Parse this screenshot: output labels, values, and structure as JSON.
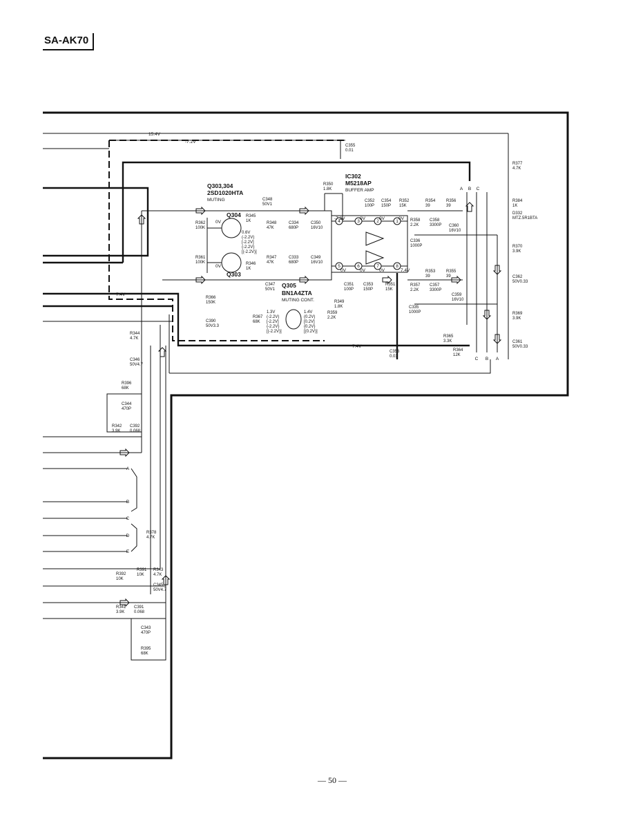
{
  "header": {
    "model": "SA-AK70"
  },
  "footer": {
    "page_number": "— 50 —"
  },
  "ics": {
    "ic302": {
      "ref": "IC302",
      "part": "M5218AP",
      "desc": "BUFFER AMP"
    },
    "q303_304": {
      "ref": "Q303,304",
      "part": "2SD1020HTA",
      "desc": "MUTING"
    },
    "q305": {
      "ref": "Q305",
      "part": "BN1A4ZTA",
      "desc": "MUTING CONT."
    },
    "q304_label": "Q304",
    "q303_label": "Q303"
  },
  "voltages": {
    "v15_4": "15.4V",
    "v7_2_top": "-7.2V",
    "v7_4_left": "7.4V",
    "v7_4_bottom": "7.4V",
    "pin4_v": "-7.2V",
    "pin8_v": "7.4V",
    "zero": "0V"
  },
  "pins": [
    "4",
    "3",
    "2",
    "1",
    "5",
    "6",
    "7",
    "8"
  ],
  "abc_top": [
    "A",
    "B",
    "C"
  ],
  "bottom_labels": [
    "C",
    "B",
    "A"
  ],
  "left_bus": [
    "A",
    "B",
    "C",
    "D",
    "E"
  ],
  "components": {
    "c355": "C355\n0.01",
    "r350": "R350\n1.8K",
    "r377": "R377\n4.7K",
    "r384": "R384\n1K",
    "d332": "D332\nMTZ.5R1BTA",
    "c348": "C348\n50V1",
    "r345": "R345\n1K",
    "r346": "R346\n1K",
    "r362": "R362\n100K",
    "r361": "R361\n100K",
    "r348": "R348\n47K",
    "r347": "R347\n47K",
    "c334": "C334\n680P",
    "c333": "C333\n680P",
    "c350": "C350\n16V10",
    "c349": "C349\n16V10",
    "c352": "C352\n100P",
    "c354": "C354\n150P",
    "r352": "R352\n15K",
    "r354": "R354\n39",
    "r356": "R356\n39",
    "r358": "R358\n2.2K",
    "c358": "C358\n3300P",
    "c360": "C360\n16V10",
    "c336": "C336\n1000P",
    "r370": "R370\n3.9K",
    "c351": "C351\n100P",
    "c353": "C353\n150P",
    "r351": "R351\n15K",
    "r353": "R353\n39",
    "r355": "R355\n39",
    "r357": "R357\n2.2K",
    "c357": "C357\n3300P",
    "c362": "C362\n50V0.33",
    "c347": "C347\n50V1",
    "r366": "R366\n150K",
    "c390": "C390\n50V3.3",
    "r349": "R349\n1.8K",
    "c359": "C359\n16V10",
    "c335": "C335\n1000P",
    "r369": "R369\n3.9K",
    "r367": "R367\n68K",
    "r359": "R359\n2.2K",
    "r365": "R365\n3.3K",
    "r364": "R364\n12K",
    "c356": "C356\n0.01",
    "c361": "C361\n50V0.33",
    "r344": "R344\n4.7K",
    "c346": "C346\n50V4.7",
    "r396": "R396\n68K",
    "c344": "C344\n470P",
    "r342": "R342\n3.9K",
    "c392": "C392\n0.068",
    "r378": "R378\n4.7K",
    "r392": "R392\n10K",
    "r391": "R391\n10K",
    "r343": "R343\n4.7K",
    "c345": "C345\n50V4.7",
    "r341": "R341\n3.9K",
    "c391": "C391\n0.068",
    "c343": "C343\n470P",
    "r395": "R395\n68K"
  },
  "q304_volts": [
    "0.6V",
    "(-2.2V)",
    "[-2.2V]",
    "{-2.2V}",
    "[(-2.2V)]"
  ],
  "q305_volts_left": [
    "1.3V",
    "(-2.2V)",
    "[-2.2V]",
    "{-2.2V}",
    "[(-2.2V)]"
  ],
  "q305_volts_right": [
    "1.4V",
    "(0.2V)",
    "[0.2V]",
    "{0.2V}",
    "[(0.2V)]"
  ]
}
